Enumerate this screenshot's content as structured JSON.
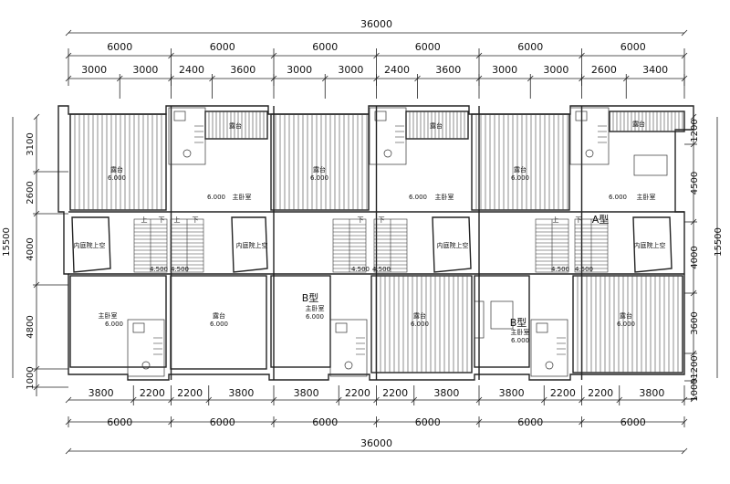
{
  "dims": {
    "total_top": "36000",
    "total_bottom": "36000",
    "top_units": [
      "6000",
      "6000",
      "6000",
      "6000",
      "6000",
      "6000"
    ],
    "top_sub": [
      "3000",
      "3000",
      "2400",
      "3600",
      "3000",
      "3000",
      "2400",
      "3600",
      "3000",
      "3000",
      "2600",
      "3400"
    ],
    "bottom_units": [
      "6000",
      "6000",
      "6000",
      "6000",
      "6000",
      "6000"
    ],
    "bottom_sub": [
      "3800",
      "2200",
      "2200",
      "3800",
      "3800",
      "2200",
      "2200",
      "3800",
      "3800",
      "2200",
      "2200",
      "3800"
    ],
    "left_total": "15500",
    "left_sub": [
      "3100",
      "2600",
      "4000",
      "4800",
      "1000"
    ],
    "right_total": "15500",
    "right_sub": [
      "1200",
      "4500",
      "4000",
      "3600",
      "1200",
      "1000"
    ]
  },
  "labels": {
    "terrace": "露台",
    "terrace_small": "露台",
    "master_bed": "主卧室",
    "void": "内庭院上空",
    "up": "上",
    "down": "下",
    "type_a": "A型",
    "type_b": "B型",
    "level_6000": "6.000",
    "level_4500": "4.500"
  }
}
